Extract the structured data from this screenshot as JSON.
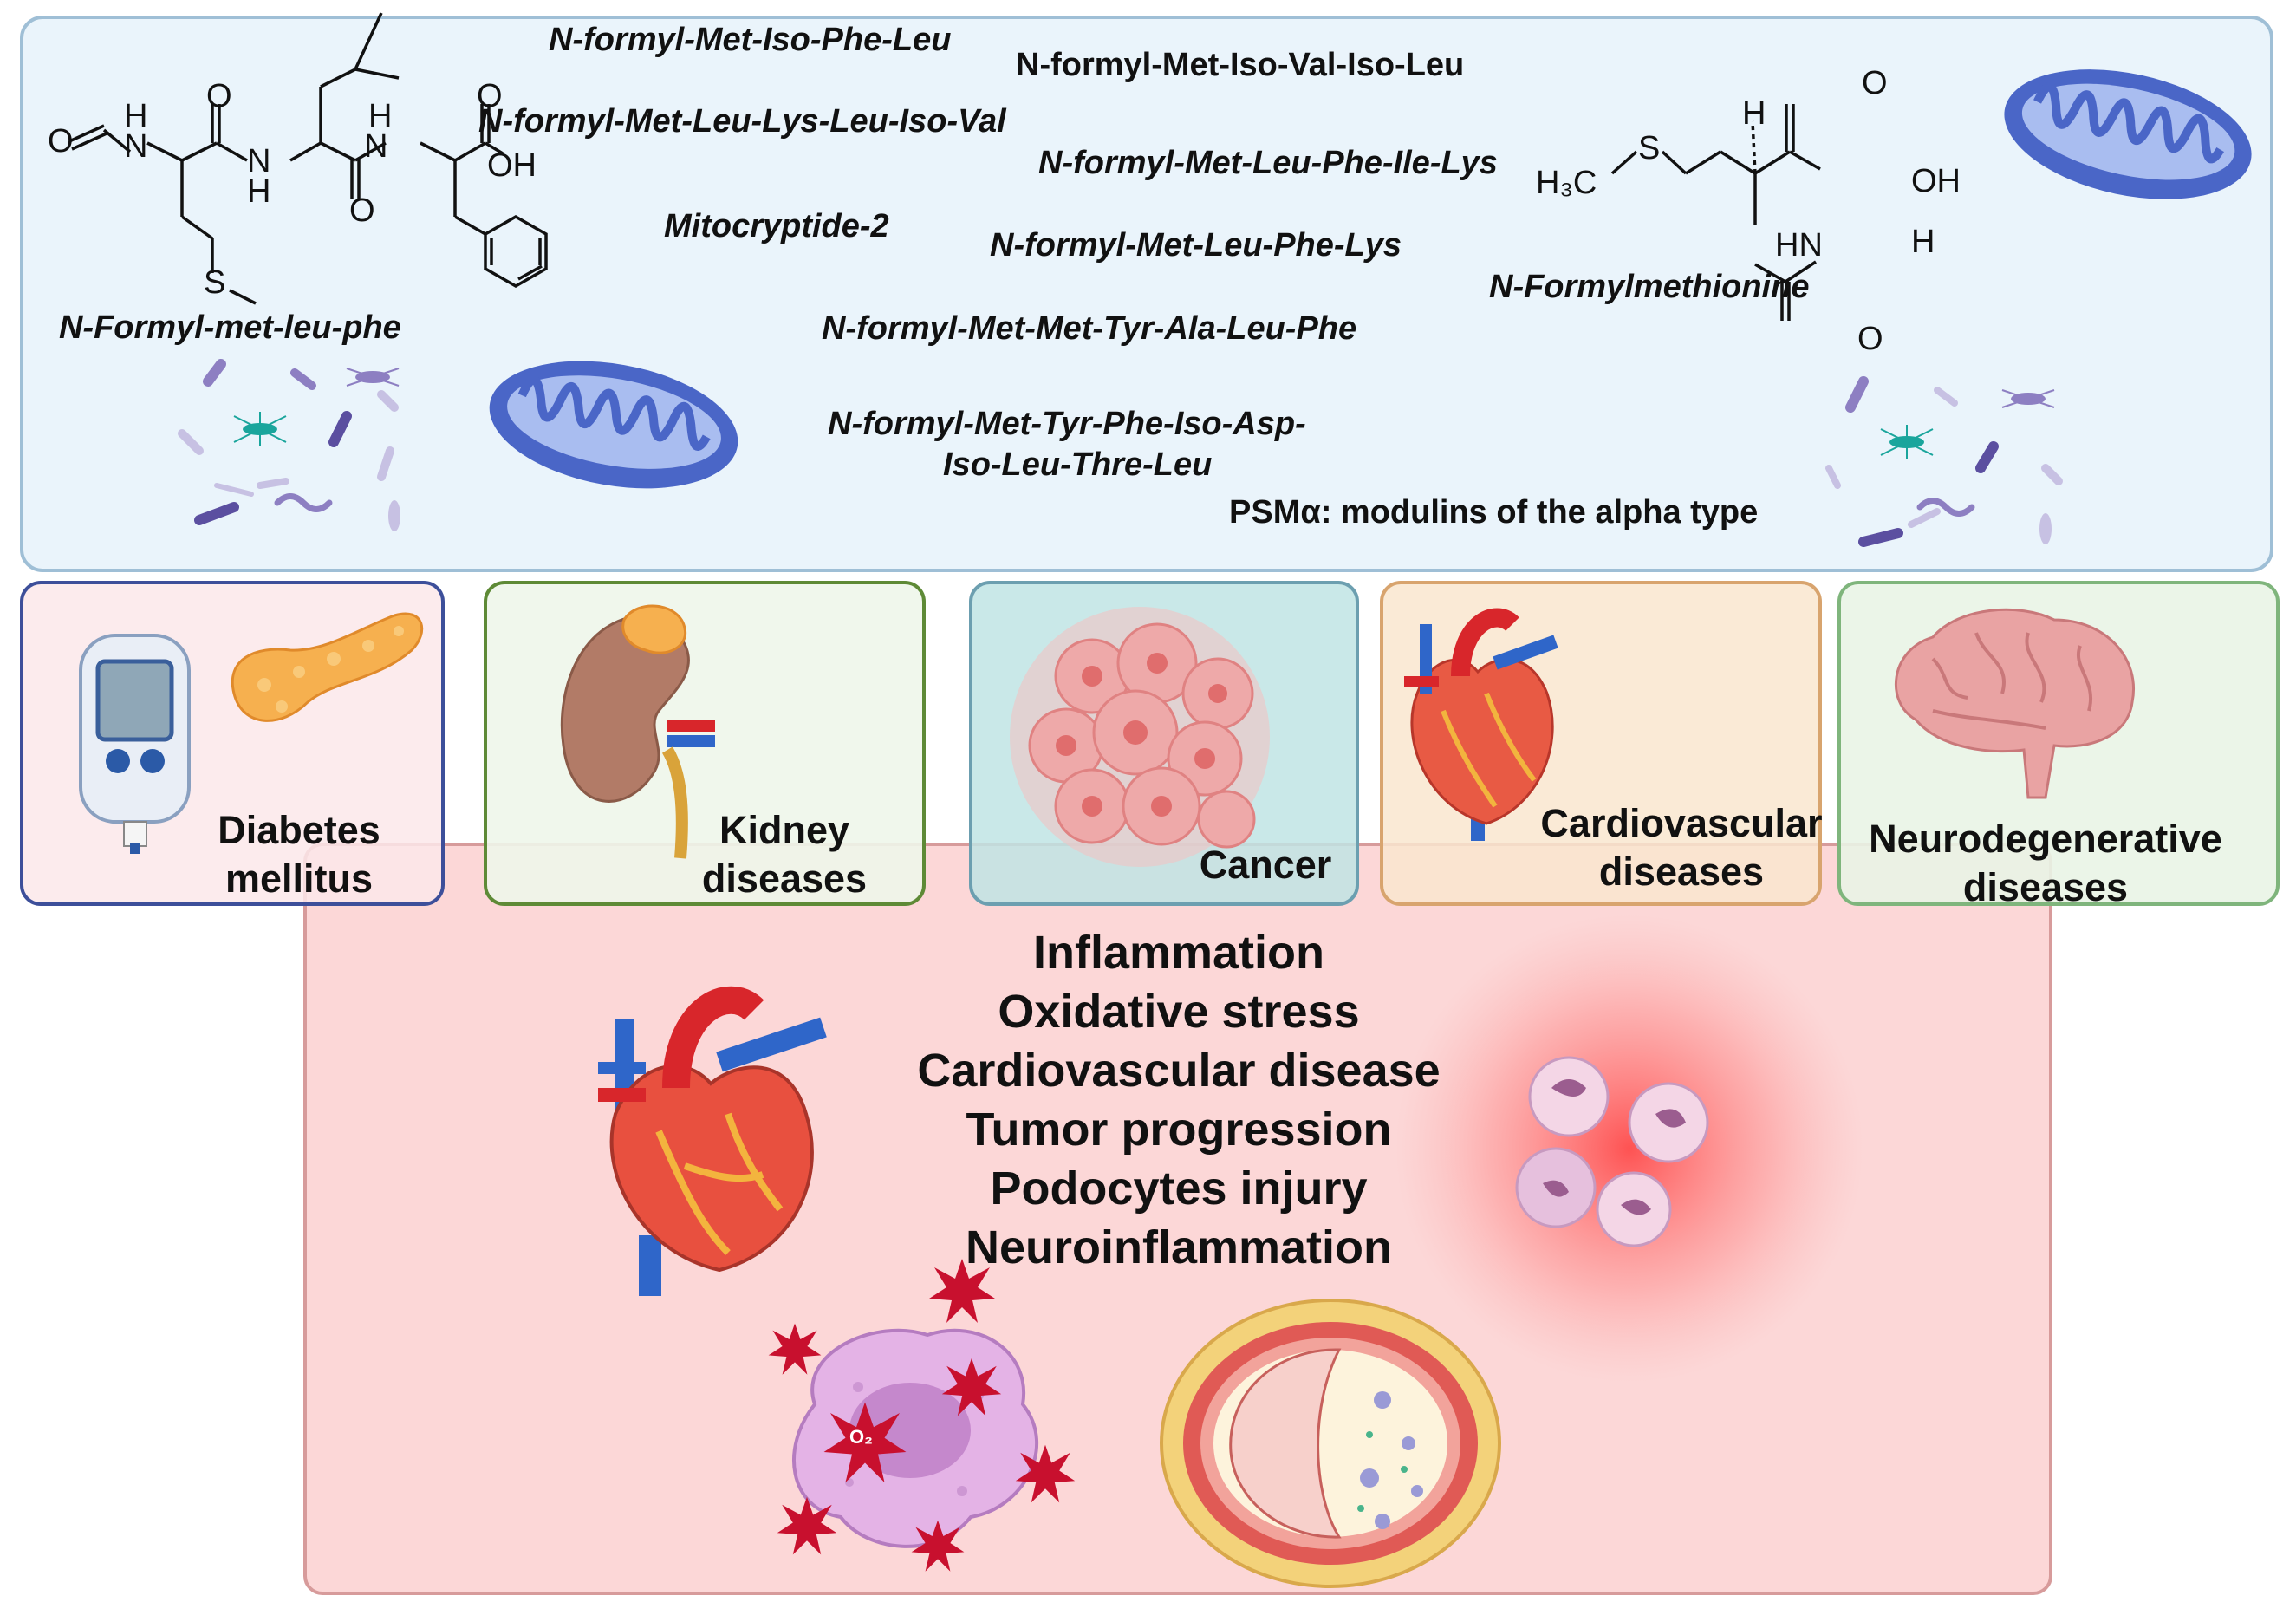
{
  "chemistry": {
    "fmlf_name": "N-Formyl-met-leu-phe",
    "fmlf_atoms": {
      "o1": "O",
      "nh1_h": "H",
      "nh1_n": "N",
      "o2": "O",
      "nh2_n": "N",
      "nh2_h": "H",
      "o3": "O",
      "nh3_h": "H",
      "nh3_n": "N",
      "o4": "O",
      "oh": "OH",
      "s": "S"
    },
    "fmet_name": "N-Formylmethionine",
    "fmet_atoms": {
      "h3c": "H₃C",
      "s": "S",
      "h_top": "H",
      "o_top": "O",
      "oh": "OH",
      "hn": "HN",
      "h_right": "H",
      "o_bottom": "O"
    }
  },
  "peptides": [
    "N-formyl-Met-Iso-Phe-Leu",
    "N-formyl-Met-Iso-Val-Iso-Leu",
    "N-formyl-Met-Leu-Lys-Leu-Iso-Val",
    "N-formyl-Met-Leu-Phe-Ile-Lys",
    "Mitocryptide-2",
    "N-formyl-Met-Leu-Phe-Lys",
    "N-formyl-Met-Met-Tyr-Ala-Leu-Phe",
    "N-formyl-Met-Tyr-Phe-Iso-Asp-",
    "Iso-Leu-Thre-Leu"
  ],
  "psm_label": "PSMα: modulins of the alpha type",
  "diseases": [
    {
      "line1": "Diabetes",
      "line2": "mellitus"
    },
    {
      "line1": "Kidney",
      "line2": "diseases"
    },
    {
      "line1": "Cancer",
      "line2": ""
    },
    {
      "line1": "Cardiovascular",
      "line2": "diseases"
    },
    {
      "line1": "Neurodegenerative",
      "line2": "diseases"
    }
  ],
  "effects": [
    "Inflammation",
    "Oxidative stress",
    "Cardiovascular disease",
    "Tumor progression",
    "Podocytes injury",
    "Neuroinflammation"
  ],
  "ros_label": "O₂",
  "colors": {
    "top_panel_bg": "#eaf4fb",
    "top_panel_border": "#9fbfd6",
    "diabetes_border": "#3d4f9a",
    "diabetes_bg": "#fbe7ea",
    "kidney_border": "#5e8a36",
    "kidney_bg": "#eef6ea",
    "cancer_border": "#6c9fb0",
    "cancer_bg": "#bfe4e4",
    "cardio_border": "#d8a46e",
    "cardio_bg": "#f9e6cf",
    "neuro_border": "#7fb57c",
    "neuro_bg": "#e9f4e6",
    "bottom_panel_bg": "#fbbebe",
    "mitochondria": "#4a66c7",
    "ros_star": "#c8102e"
  },
  "icons": [
    "mitochondria-icon",
    "bacteria-icon",
    "glucometer-icon",
    "pancreas-icon",
    "kidney-icon",
    "tumor-cells-icon",
    "heart-icon",
    "brain-icon",
    "neutrophils-icon",
    "macrophage-icon",
    "ros-icon",
    "artery-cross-section-icon"
  ]
}
